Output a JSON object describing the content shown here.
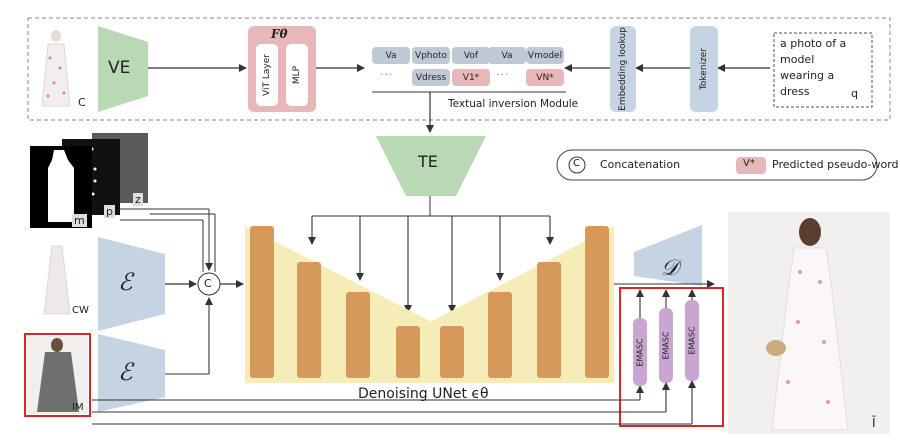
{
  "top_module": {
    "c_label": "C",
    "ve_label": "VE",
    "f_theta_label": "Fθ",
    "vit_label": "ViT Layer",
    "mlp_label": "MLP",
    "tokens_row1": [
      "Va",
      "Vphoto",
      "Vof",
      "Va",
      "Vmodel"
    ],
    "tokens_row2": [
      "···",
      "Vdress",
      "V1*",
      "···",
      "VN*"
    ],
    "textual_inversion_label": "Textual inversion Module",
    "embedding_lookup_label": "Embedding lookup",
    "tokenizer_label": "Tokenizer",
    "prompt_lines": [
      "a photo of a",
      "model",
      "wearing a",
      "dress"
    ],
    "q_label": "q"
  },
  "te_label": "TE",
  "legend": {
    "concat_symbol": "C",
    "concat_label": "Concatenation",
    "pseudo_symbol": "V*",
    "pseudo_label": "Predicted pseudo-word"
  },
  "inputs": {
    "m_label": "m",
    "p_label": "p",
    "z_label": "z",
    "cw_label": "CW",
    "im_label": "IM",
    "encoder_symbol": "ℰ",
    "concat_symbol": "C"
  },
  "unet_label": "Denoising UNet ϵθ",
  "decoder_symbol": "𝒟",
  "emasc_labels": [
    "EMASC",
    "EMASC",
    "EMASC"
  ],
  "output_label": "Ĩ",
  "colors": {
    "green": "#b9d8b4",
    "blue": "#c5d3e2",
    "pink": "#e8b7b9",
    "purple": "#c9a6d1",
    "unet_bg": "#f6ecb7",
    "unet_bar": "#d6995a",
    "red": "#d9262a"
  }
}
